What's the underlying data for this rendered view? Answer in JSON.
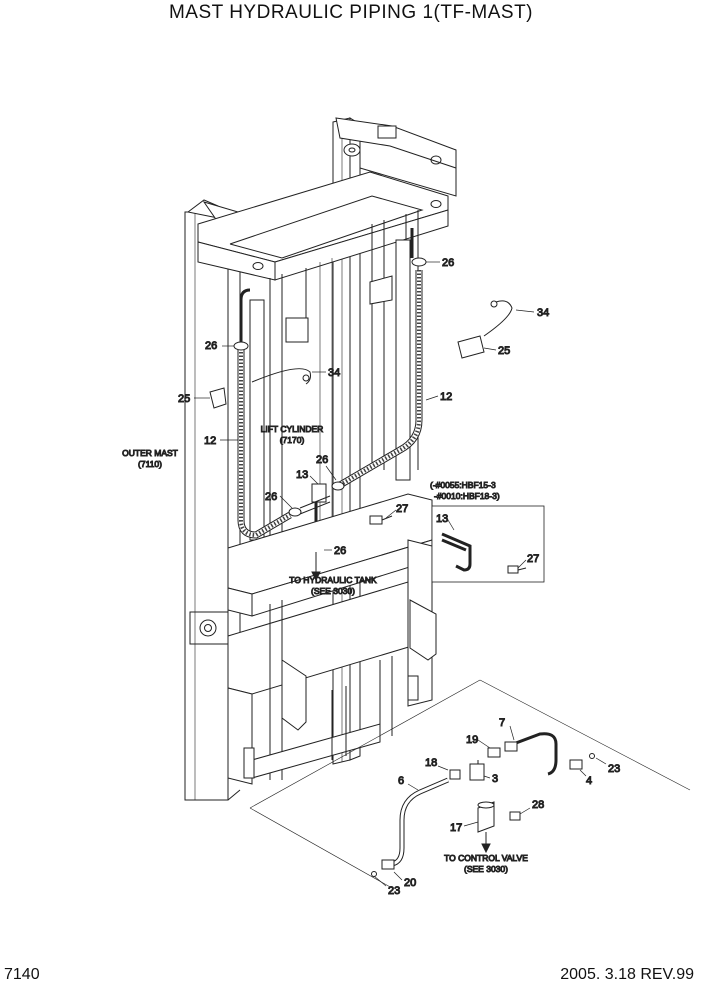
{
  "title": "MAST HYDRAULIC PIPING 1(TF-MAST)",
  "page_number": "7140",
  "revision": "2005. 3.18 REV.99",
  "labels": {
    "lift_cylinder": "LIFT CYLINDER",
    "lift_cylinder_ref": "(7170)",
    "outer_mast": "OUTER MAST",
    "outer_mast_ref": "(7110)",
    "to_tank": "TO HYDRAULIC TANK",
    "to_tank_ref": "(SEE 3030)",
    "to_valve": "TO  CONTROL VALVE",
    "to_valve_ref": "(SEE 3030)",
    "serial_note_1": "(-#0055:HBF15-3",
    "serial_note_2": "-#0010:HBF18-3)"
  },
  "callouts": [
    "26",
    "34",
    "25",
    "26",
    "34",
    "25",
    "12",
    "12",
    "13",
    "26",
    "26",
    "27",
    "26",
    "13",
    "27",
    "7",
    "19",
    "18",
    "3",
    "23",
    "4",
    "6",
    "28",
    "17",
    "23",
    "20"
  ]
}
